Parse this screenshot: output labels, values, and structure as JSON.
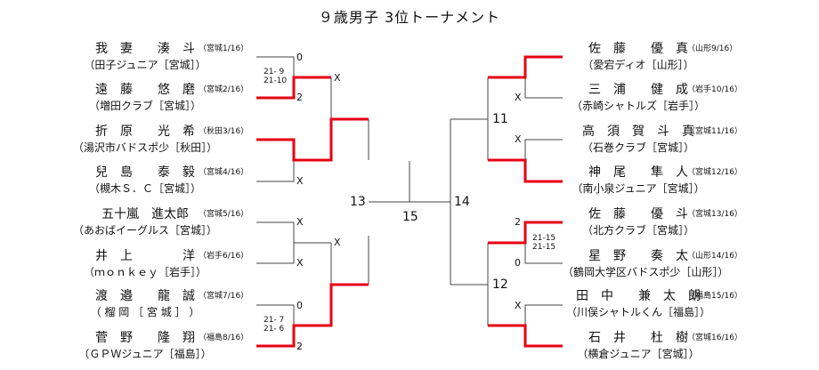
{
  "title": "９歳男子 3位トーナメント",
  "colors": {
    "line": "#444444",
    "win": "#e60012"
  },
  "left_players": [
    {
      "name": "我　妻　　湊　斗",
      "club": "（田子ジュニア［宮城］）",
      "seed": "（宮城1/16）"
    },
    {
      "name": "遠　藤　　悠　磨",
      "club": "（増田クラブ［宮城］）",
      "seed": "（宮城2/16）"
    },
    {
      "name": "折　原　　光　希",
      "club": "（湯沢市バドスポ少［秋田］）",
      "seed": "（秋田3/16）"
    },
    {
      "name": "兒　島　　泰　毅",
      "club": "（槻木Ｓ．Ｃ［宮城］）",
      "seed": "（宮城4/16）"
    },
    {
      "name": "五十嵐　進太郎",
      "club": "（あおばイーグルス［宮城］）",
      "seed": "（宮城5/16）"
    },
    {
      "name": "井　上　　　　洋",
      "club": "（ｍｏｎｋｅｙ［岩手］）",
      "seed": "（岩手6/16）"
    },
    {
      "name": "渡　邉　　龍　誠",
      "club": "（ 榴 岡 ［ 宮 城 ］ ）",
      "seed": "（宮城7/16）"
    },
    {
      "name": "菅　野　　隆　翔",
      "club": "（ＧＰＷジュニア［福島］）",
      "seed": "（福島8/16）"
    }
  ],
  "right_players": [
    {
      "name": "佐　藤　　優　真",
      "club": "（愛宕ディオ［山形］）",
      "seed": "（山形9/16）"
    },
    {
      "name": "三　浦　　健　成",
      "club": "（赤崎シャトルズ［岩手］）",
      "seed": "（岩手10/16）"
    },
    {
      "name": "高　須　賀　斗　真",
      "club": "（石巻クラブ［宮城］）",
      "seed": "（宮城11/16）"
    },
    {
      "name": "神　尾　　隼　人",
      "club": "（南小泉ジュニア［宮城］）",
      "seed": "（宮城12/16）"
    },
    {
      "name": "佐　藤　　優　斗",
      "club": "（北方クラブ［宮城］）",
      "seed": "（宮城13/16）"
    },
    {
      "name": "星　野　　奏　太",
      "club": "（鶴岡大学区バドスポ少［山形］）",
      "seed": "（山形14/16）"
    },
    {
      "name": "田　中　　兼　太　朗",
      "club": "（川俣シャトルくん［福島］）",
      "seed": "（福島15/16）"
    },
    {
      "name": "石　井　　杜　樹",
      "club": "（横倉ジュニア［宮城］）",
      "seed": "（宮城16/16）"
    }
  ],
  "marks": {
    "l1_top": "0",
    "l1_bot": "2",
    "l1_score": [
      "21- 9",
      "21-10"
    ],
    "l1_win": "X",
    "l2_bot": "X",
    "l3_top": "X",
    "l3_bot": "X",
    "l3_win": "X",
    "l4_top": "0",
    "l4_bot": "2",
    "l4_score": [
      "21- 7",
      "21- 6"
    ],
    "r1_bot": "X",
    "r2_top": "X",
    "r3_top": "2",
    "r3_bot": "0",
    "r3_score": [
      "21-15",
      "21-15"
    ],
    "r4_top": "X"
  },
  "match_numbers": {
    "m11": "11",
    "m12": "12",
    "m13": "13",
    "m14": "14",
    "m15": "15"
  }
}
